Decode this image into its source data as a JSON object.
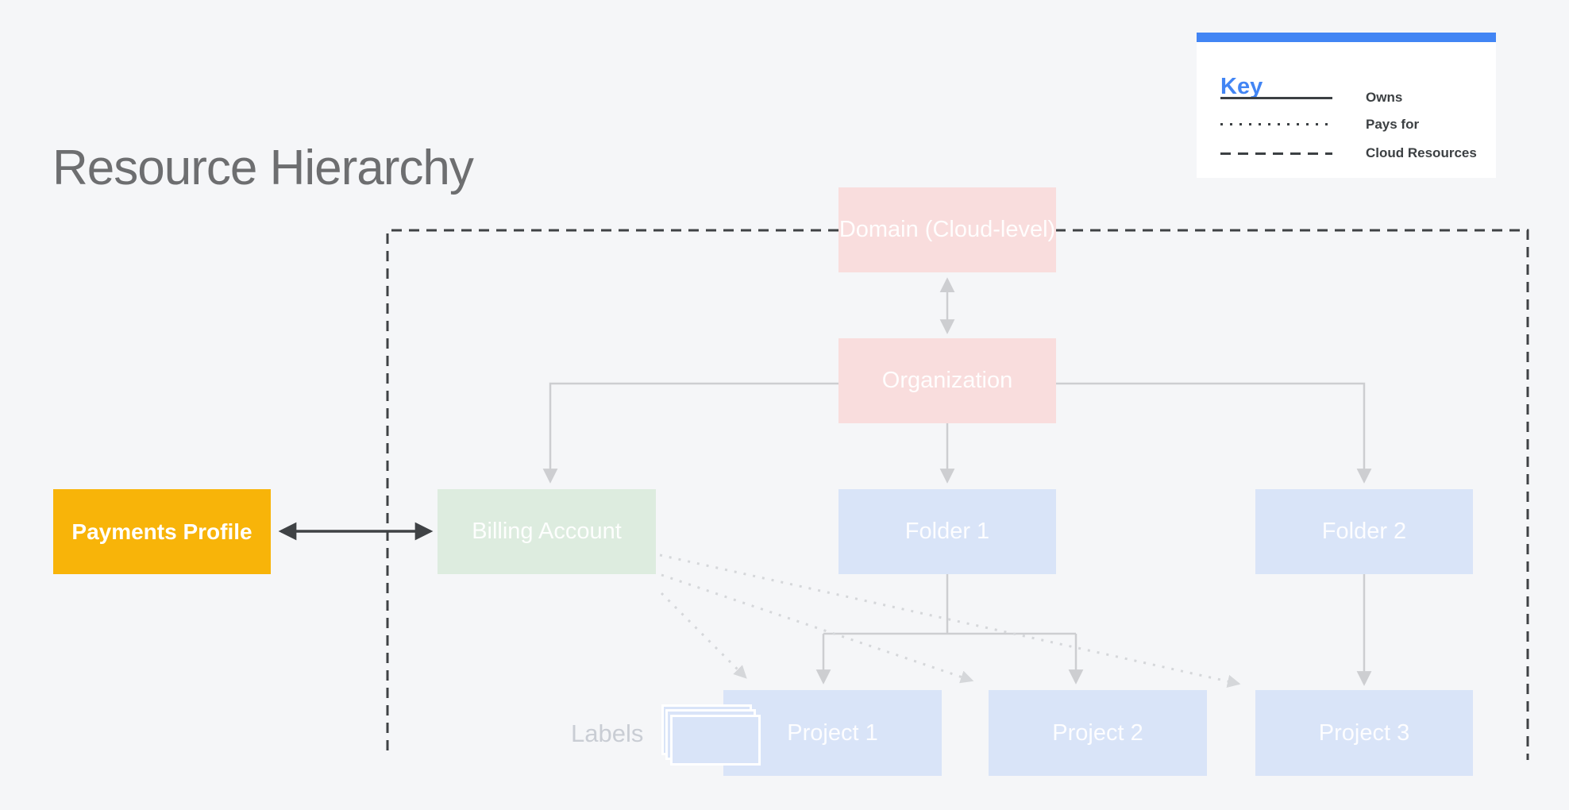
{
  "title": "Resource Hierarchy",
  "key": {
    "heading": "Key",
    "items": [
      {
        "line_style": "solid",
        "label": "Owns"
      },
      {
        "line_style": "dotted",
        "label": "Pays for"
      },
      {
        "line_style": "dashed",
        "label": "Cloud Resources"
      }
    ]
  },
  "nodes": {
    "domain": {
      "label": "Domain (Cloud-level)",
      "color": "#f9dddd"
    },
    "organization": {
      "label": "Organization",
      "color": "#f9dddd"
    },
    "billing_account": {
      "label": "Billing Account",
      "color": "#ddecdf"
    },
    "folder1": {
      "label": "Folder 1",
      "color": "#d9e4f8"
    },
    "folder2": {
      "label": "Folder 2",
      "color": "#d9e4f8"
    },
    "payments_profile": {
      "label": "Payments Profile",
      "color": "#f8b409"
    },
    "project1": {
      "label": "Project 1",
      "color": "#d9e4f8"
    },
    "project2": {
      "label": "Project 2",
      "color": "#d9e4f8"
    },
    "project3": {
      "label": "Project 3",
      "color": "#d9e4f8"
    }
  },
  "annotations": {
    "labels_caption": "Labels"
  },
  "edges": [
    {
      "from": "domain",
      "to": "organization",
      "type": "owns",
      "bidirectional": true
    },
    {
      "from": "organization",
      "to": "billing_account",
      "type": "owns"
    },
    {
      "from": "organization",
      "to": "folder1",
      "type": "owns"
    },
    {
      "from": "organization",
      "to": "folder2",
      "type": "owns"
    },
    {
      "from": "folder1",
      "to": "project1",
      "type": "owns"
    },
    {
      "from": "folder1",
      "to": "project2",
      "type": "owns"
    },
    {
      "from": "folder2",
      "to": "project3",
      "type": "owns"
    },
    {
      "from": "billing_account",
      "to": "project1",
      "type": "pays_for"
    },
    {
      "from": "billing_account",
      "to": "project2",
      "type": "pays_for"
    },
    {
      "from": "billing_account",
      "to": "project3",
      "type": "pays_for"
    },
    {
      "from": "payments_profile",
      "to": "billing_account",
      "type": "linked",
      "bidirectional": true
    }
  ],
  "boundary": {
    "label_in_key": "Cloud Resources",
    "style": "dashed"
  },
  "colors": {
    "background": "#f5f6f8",
    "panel_white": "#ffffff",
    "accent_blue": "#4285f4",
    "node_pink": "#f9dddd",
    "node_green": "#ddecdf",
    "node_blue": "#d9e4f8",
    "node_yellow": "#f8b409",
    "connector_gray": "#cdced1",
    "dotted_gray": "#d5d7da",
    "dark_line": "#3f4245",
    "title_gray": "#6d6e70",
    "caption_gray": "#c9cdd4",
    "key_text": "#3c4043"
  }
}
